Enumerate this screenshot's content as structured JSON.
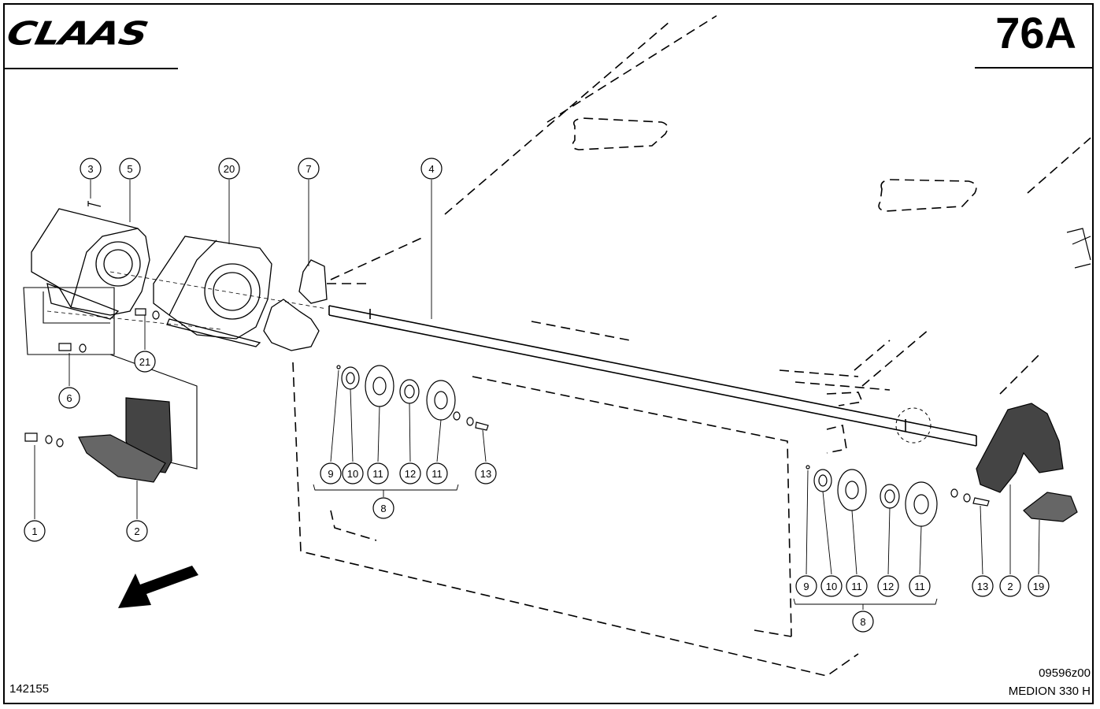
{
  "header": {
    "brand_logo": "CLAAS",
    "sheet_number": "76A"
  },
  "footer": {
    "document_number": "142155",
    "drawing_number": "09596z00",
    "model": "MEDION 330 H"
  },
  "callouts": [
    {
      "id": "c3",
      "label": "3"
    },
    {
      "id": "c5",
      "label": "5"
    },
    {
      "id": "c20",
      "label": "20"
    },
    {
      "id": "c7",
      "label": "7"
    },
    {
      "id": "c4",
      "label": "4"
    },
    {
      "id": "c21",
      "label": "21"
    },
    {
      "id": "c6",
      "label": "6"
    },
    {
      "id": "c1",
      "label": "1"
    },
    {
      "id": "c2a",
      "label": "2"
    },
    {
      "id": "c9a",
      "label": "9"
    },
    {
      "id": "c10a",
      "label": "10"
    },
    {
      "id": "c11a",
      "label": "11"
    },
    {
      "id": "c12a",
      "label": "12"
    },
    {
      "id": "c11b",
      "label": "11"
    },
    {
      "id": "c13a",
      "label": "13"
    },
    {
      "id": "c8a",
      "label": "8"
    },
    {
      "id": "c9b",
      "label": "9"
    },
    {
      "id": "c10b",
      "label": "10"
    },
    {
      "id": "c11c",
      "label": "11"
    },
    {
      "id": "c12b",
      "label": "12"
    },
    {
      "id": "c11d",
      "label": "11"
    },
    {
      "id": "c13b",
      "label": "13"
    },
    {
      "id": "c2b",
      "label": "2"
    },
    {
      "id": "c19",
      "label": "19"
    },
    {
      "id": "c8b",
      "label": "8"
    }
  ]
}
